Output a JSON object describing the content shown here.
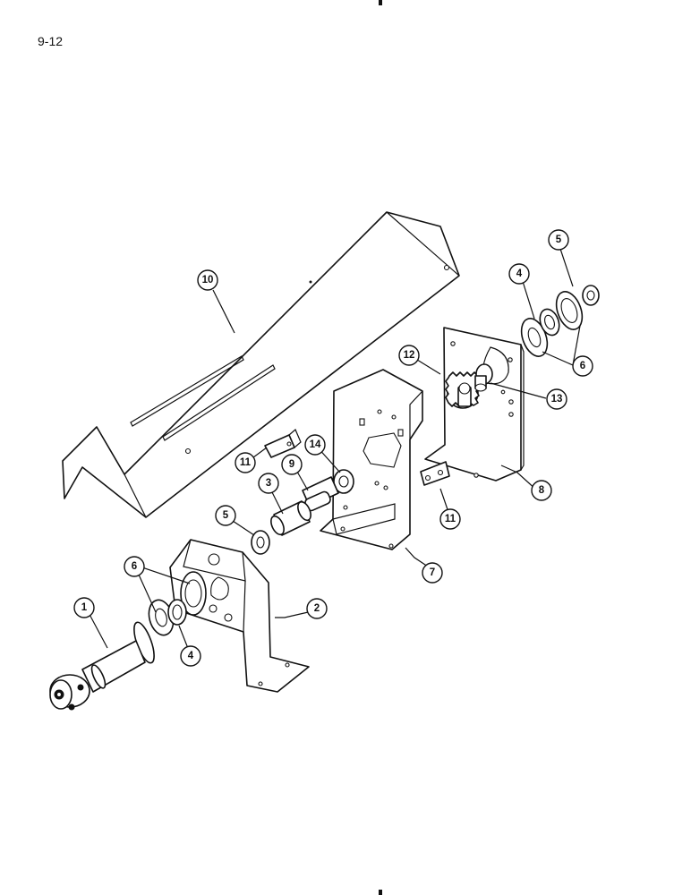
{
  "page": {
    "number": "9-12"
  },
  "callouts": {
    "c1": "1",
    "c2": "2",
    "c3": "3",
    "c4a": "4",
    "c4b": "4",
    "c5a": "5",
    "c5b": "5",
    "c6a": "6",
    "c6b": "6",
    "c7": "7",
    "c8": "8",
    "c9": "9",
    "c10": "10",
    "c11a": "11",
    "c11b": "11",
    "c12": "12",
    "c13": "13",
    "c14": "14"
  }
}
